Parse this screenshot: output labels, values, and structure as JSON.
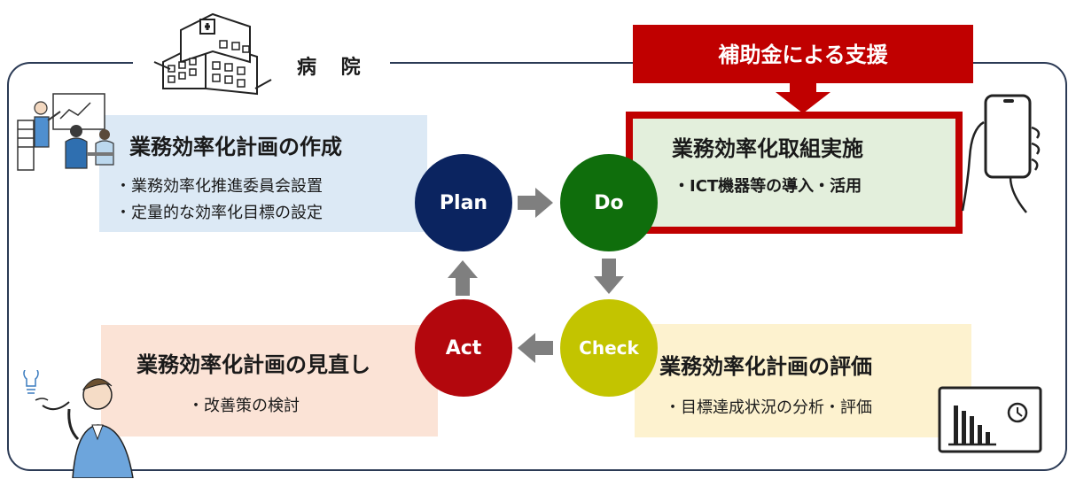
{
  "hospital_label": "病 院",
  "subsidy_label": "補助金による支援",
  "panels": {
    "plan": {
      "title": "業務効率化計画の作成",
      "items": [
        "・業務効率化推進委員会設置",
        "・定量的な効率化目標の設定"
      ]
    },
    "do": {
      "title": "業務効率化取組実施",
      "items": [
        "・ICT機器等の導入・活用"
      ]
    },
    "check": {
      "title": "業務効率化計画の評価",
      "items": [
        "・目標達成状況の分析・評価"
      ]
    },
    "act": {
      "title": "業務効率化計画の見直し",
      "items": [
        "・改善策の検討"
      ]
    }
  },
  "cycle": {
    "plan": "Plan",
    "do": "Do",
    "check": "Check",
    "act": "Act"
  },
  "colors": {
    "frame": "#2b3a55",
    "subsidy": "#c00000",
    "plan": "#0b2460",
    "do": "#0f6e0c",
    "check": "#c3c400",
    "act": "#b3070d",
    "arrow": "#7f7f7f"
  },
  "icons": [
    "hospital-building-icon",
    "meeting-people-icon",
    "smartphone-hand-icon",
    "businessman-idea-icon",
    "bar-chart-clock-icon"
  ]
}
